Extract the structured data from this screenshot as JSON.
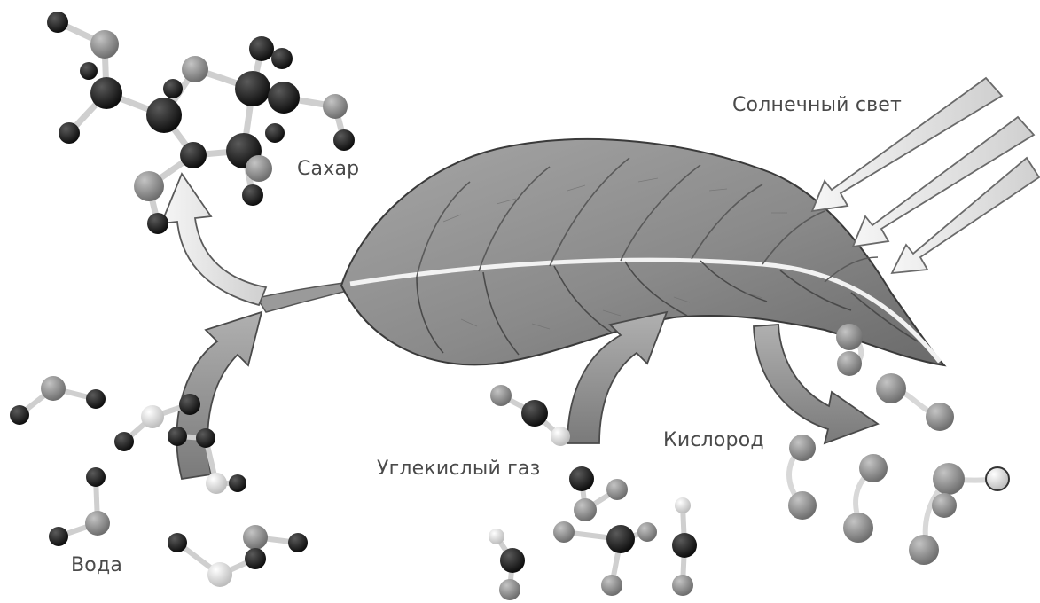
{
  "labels": {
    "sunlight": "Солнечный свет",
    "sugar": "Сахар",
    "oxygen": "Кислород",
    "co2": "Углекислый газ",
    "water": "Вода"
  },
  "colors": {
    "atom_dark": "#141414",
    "atom_grey": "#8c8c8c",
    "atom_light": "#d6d6d6",
    "leaf": "#8e8e8e",
    "arrow": "#9a9a9a",
    "light_arrow": "#e8e8e8"
  },
  "icons": {
    "leaf": "leaf-icon",
    "sunlight": "sunlight-arrow-icon",
    "molecule": "molecule-icon"
  }
}
